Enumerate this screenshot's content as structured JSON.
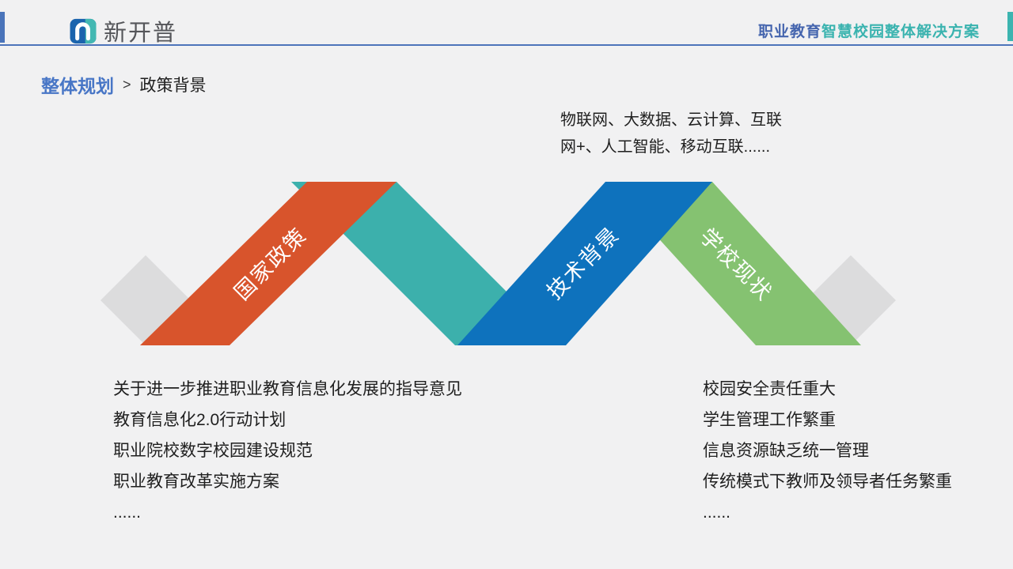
{
  "header": {
    "logo_text": "新开普",
    "title_blue": "职业教育",
    "title_teal": "智慧校园整体解决方案"
  },
  "breadcrumb": {
    "section": "整体规划",
    "separator": ">",
    "page": "政策背景"
  },
  "tech_note": {
    "lines": [
      "物联网、大数据、云计算、互联",
      "网+、人工智能、移动互联......"
    ]
  },
  "diagram": {
    "ribbons": [
      {
        "label": "国家政策",
        "color": "#d8542c"
      },
      {
        "label": "技术背景",
        "color": "#0e72bd"
      },
      {
        "label": "学校现状",
        "color": "#85c271"
      }
    ],
    "teal_color": "#3cb0ac",
    "gray_color": "#dcdcdd"
  },
  "policy_list": {
    "items": [
      "关于进一步推进职业教育信息化发展的指导意见",
      "教育信息化2.0行动计划",
      "职业院校数字校园建设规范",
      "职业教育改革实施方案",
      "......"
    ]
  },
  "school_list": {
    "items": [
      "校园安全责任重大",
      "学生管理工作繁重",
      "信息资源缺乏统一管理",
      "传统模式下教师及领导者任务繁重",
      "......"
    ]
  },
  "colors": {
    "background": "#f1f1f2",
    "header_line": "#4d74ba",
    "left_accent": "#4a74ba",
    "right_accent": "#3cb4b0",
    "breadcrumb_blue": "#4876c6",
    "title_blue": "#4565ae",
    "title_teal": "#3ab3af",
    "body_text": "#1f1f1f"
  }
}
